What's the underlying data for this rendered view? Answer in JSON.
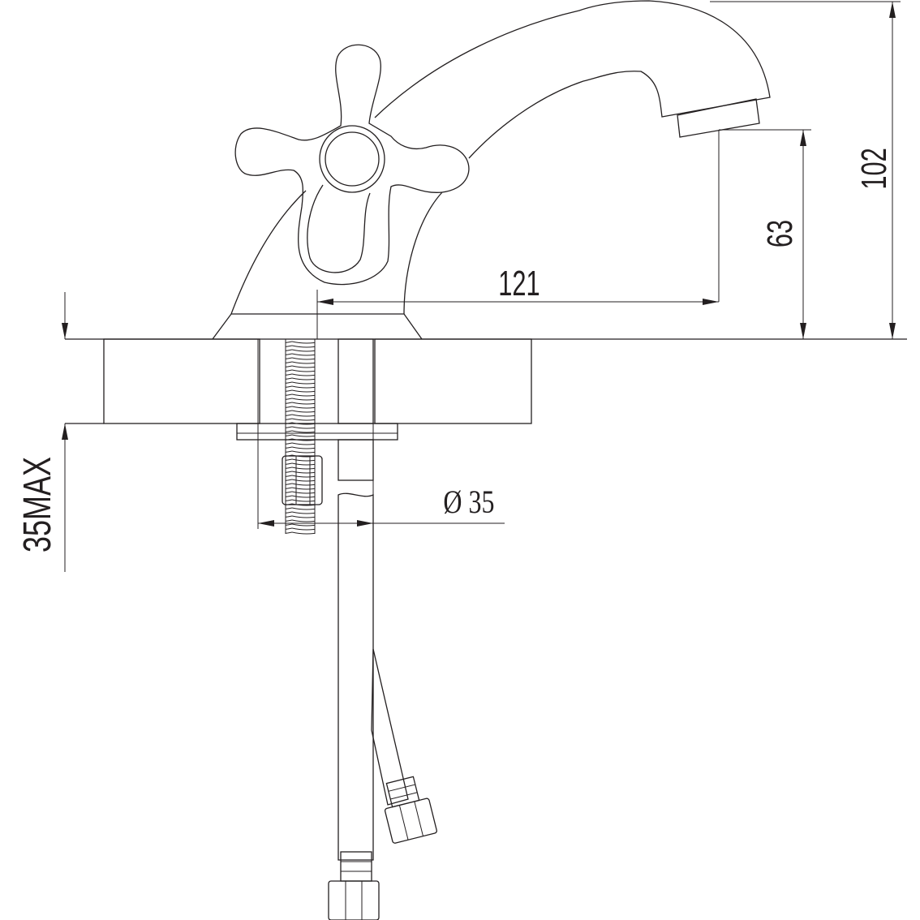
{
  "dimensions": {
    "spout_reach": "121",
    "spout_height": "63",
    "total_height": "102",
    "max_counter_thickness": "35MAX",
    "hole_diameter": "Ø 35"
  },
  "colors": {
    "line": "#231f20",
    "background": "#ffffff"
  }
}
